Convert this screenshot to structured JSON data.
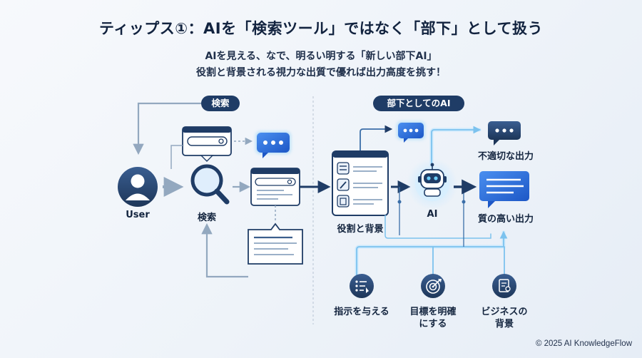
{
  "title": "ティップス①：AIを「検索ツール」ではなく「部下」として扱う",
  "subtitle_line1": "AIを見える、なで、明るい明する「新しい部下AI」",
  "subtitle_line2": "役割と背景される視力な出質で優れば出力高度を挑す！",
  "left_section": {
    "pill_label": "検索",
    "user_label": "User",
    "search_label": "検索"
  },
  "right_section": {
    "pill_label": "部下としてのAI",
    "role_label": "役割と背景",
    "ai_label": "AI",
    "bad_output_label": "不適切な出力",
    "good_output_label": "質の高い出力",
    "inputs": [
      {
        "label_line1": "指示を与える",
        "label_line2": "",
        "icon": "instruction-list-icon"
      },
      {
        "label_line1": "目標を明確",
        "label_line2": "にする",
        "icon": "target-icon"
      },
      {
        "label_line1": "ビジネスの",
        "label_line2": "背景",
        "icon": "business-document-icon"
      }
    ]
  },
  "copyright": "© 2025 AI KnowledgeFlow",
  "colors": {
    "navy": "#1f3c66",
    "accent_blue": "#2f6fd6",
    "glow": "#6fc3f2",
    "line_gray": "#93a8bf"
  }
}
